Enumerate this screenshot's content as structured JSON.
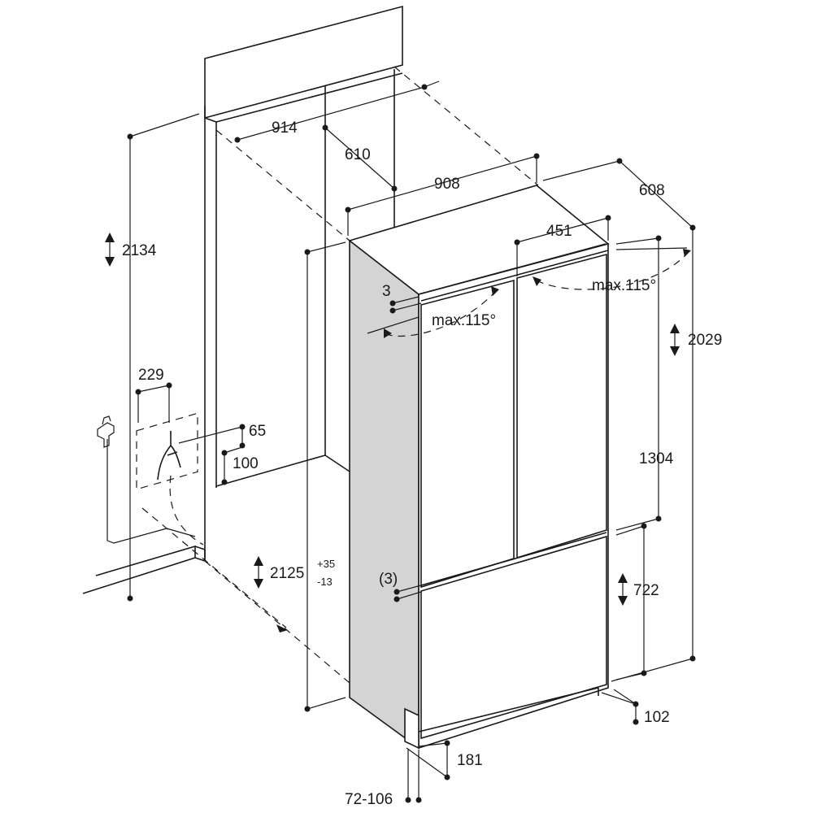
{
  "dimensions": {
    "niche_height": "2134",
    "niche_width": "914",
    "niche_depth": "610",
    "unit_width": "908",
    "unit_depth": "608",
    "door_width": "451",
    "gap_top": "3",
    "gap_middle": "(3)",
    "door_angle_left": "max.115°",
    "door_angle_right": "max.115°",
    "unit_height": "2029",
    "upper_door_height": "1304",
    "lower_drawer_height": "722",
    "installation_height": "2125",
    "installation_tol_plus": "+35",
    "installation_tol_minus": "-13",
    "connection_width": "229",
    "connection_offset": "65",
    "connection_height": "100",
    "plinth_height": "102",
    "plinth_depth": "181",
    "plinth_range": "72-106"
  },
  "icons": {
    "water_tap": "water-tap-icon"
  }
}
